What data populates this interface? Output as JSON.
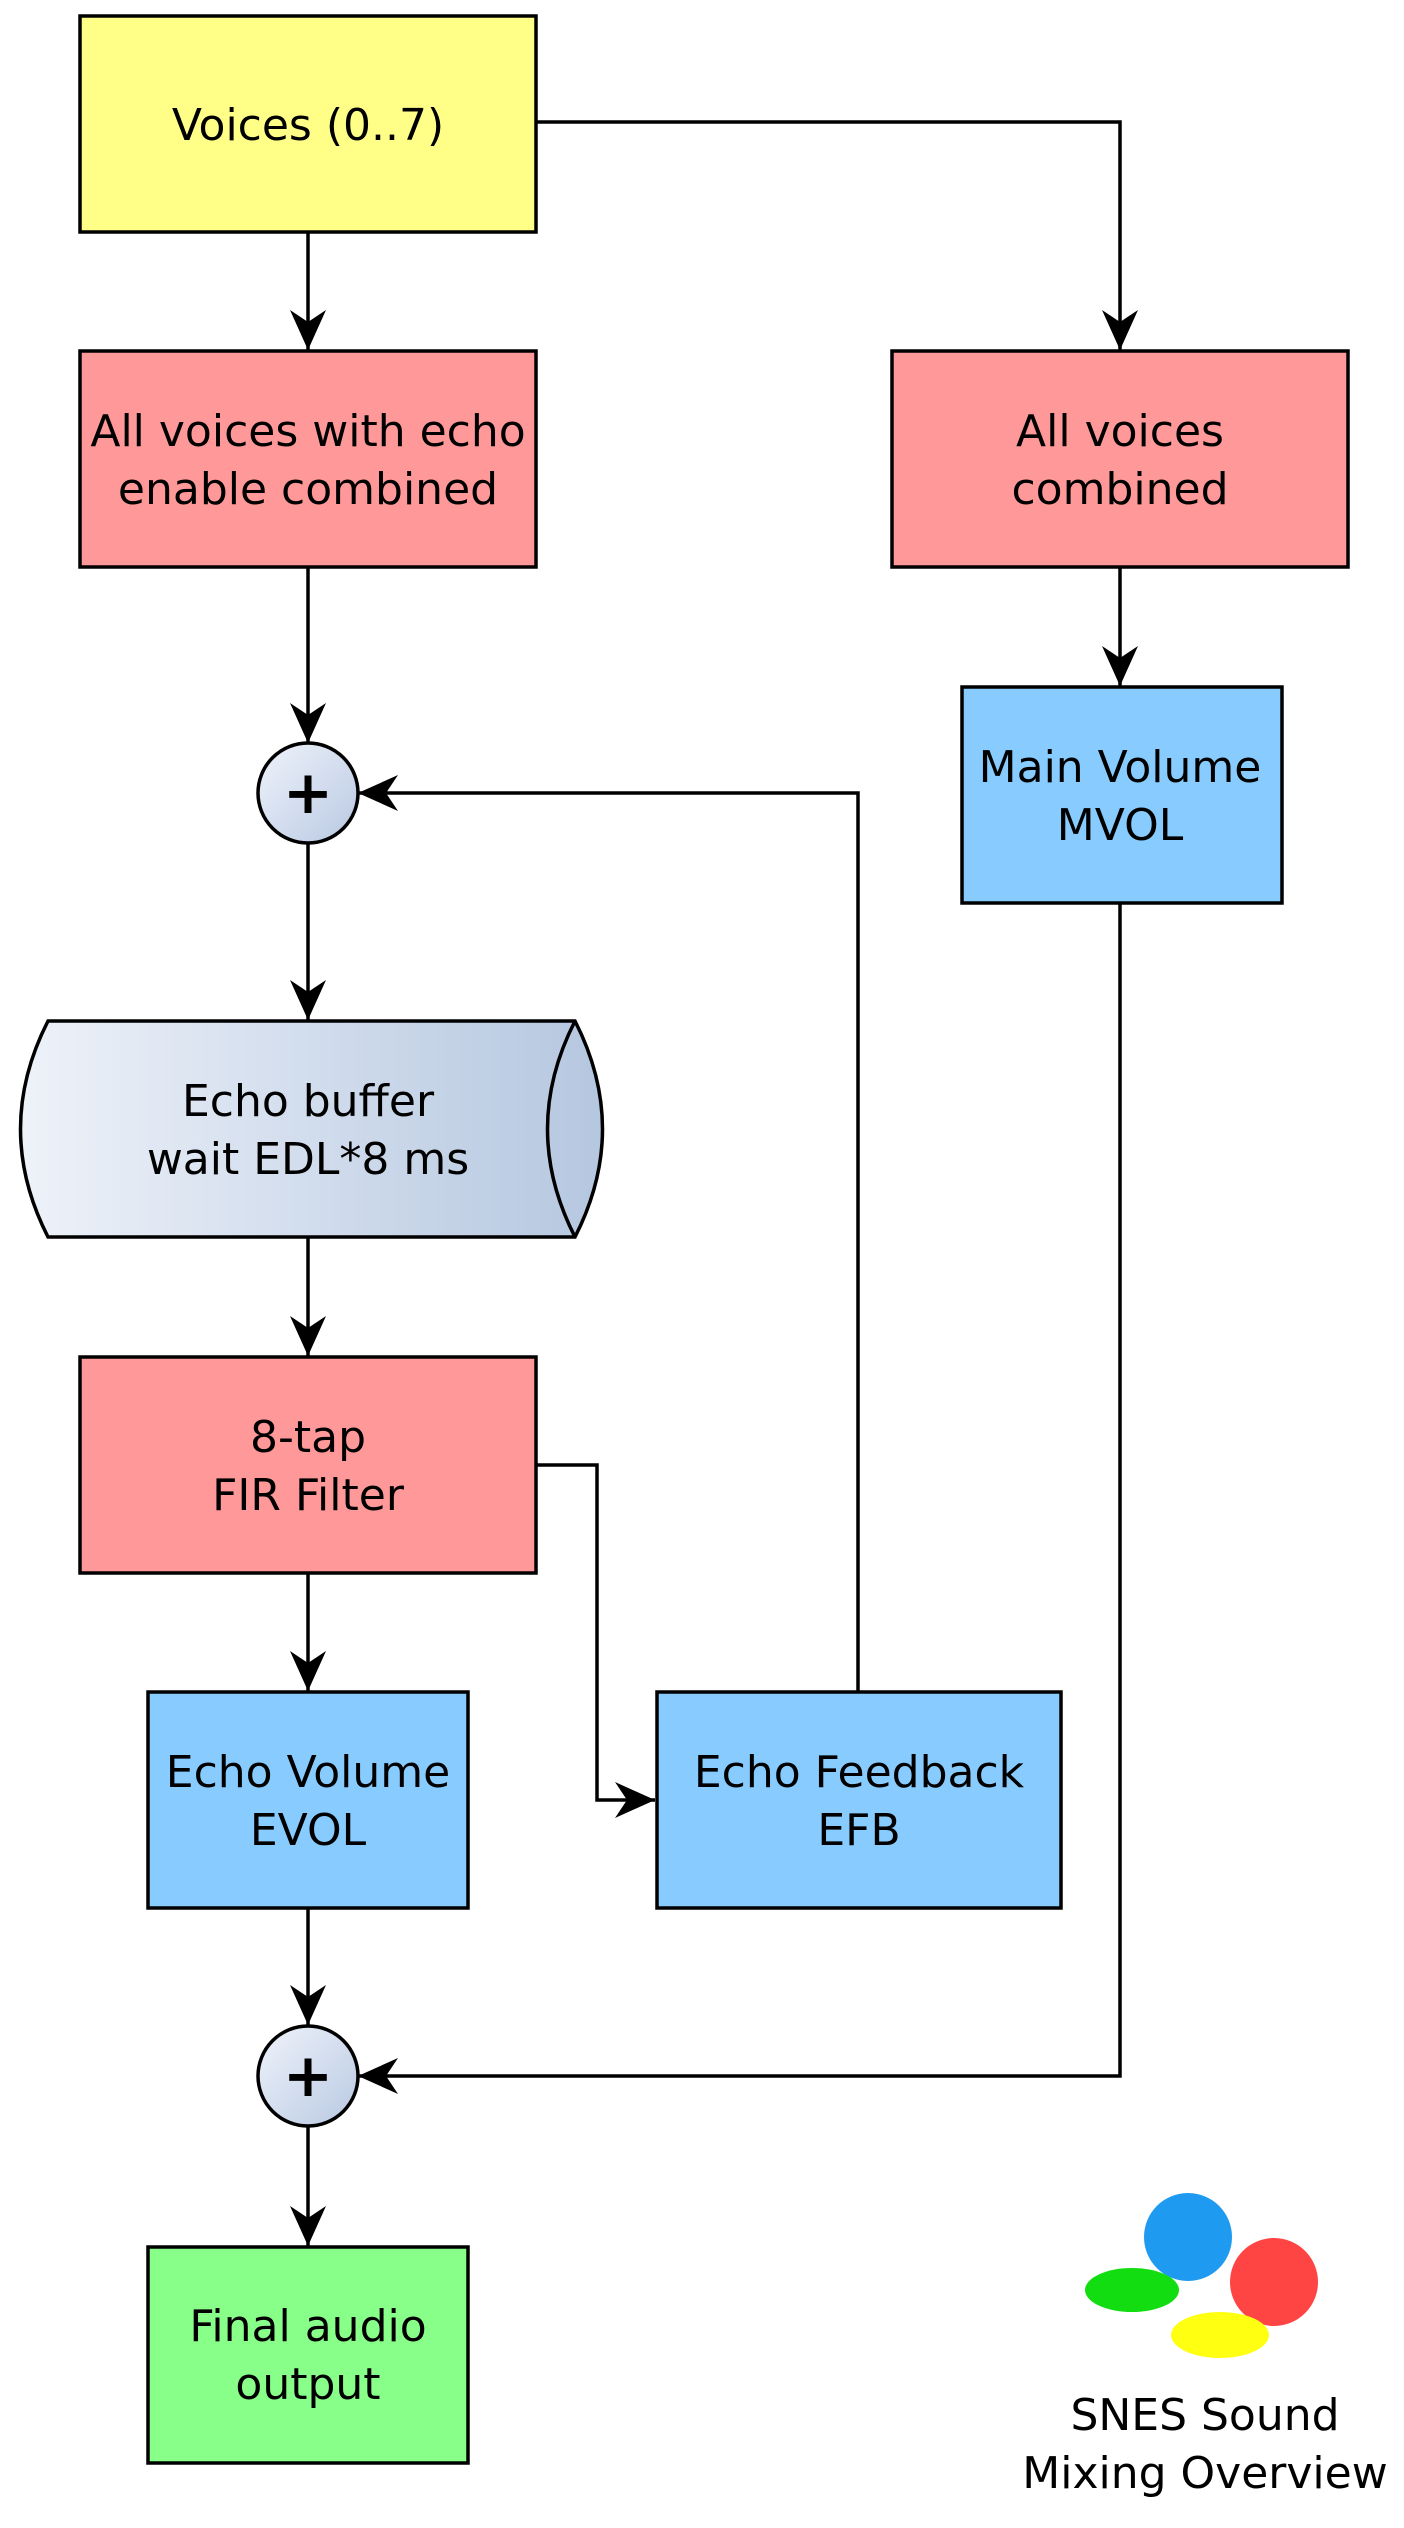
{
  "colors": {
    "source": "#ffff88",
    "mix": "#ff9999",
    "volume": "#88ccff",
    "output": "#88ff88",
    "adder_light": "#f0f4fb",
    "adder_dark": "#b8c8e2",
    "buffer_light": "#eef2f9",
    "buffer_dark": "#b5c7e0",
    "logo_blue": "#1e9bf0",
    "logo_red": "#ff4444",
    "logo_green": "#11dd11",
    "logo_yellow": "#ffff11"
  },
  "nodes": {
    "voices": {
      "line1": "Voices (0..7)"
    },
    "echo_combined": {
      "line1": "All voices with echo",
      "line2": "enable combined"
    },
    "all_combined": {
      "line1": "All voices",
      "line2": "combined"
    },
    "main_volume": {
      "line1": "Main Volume",
      "line2": "MVOL"
    },
    "adder_top": {
      "symbol": "+"
    },
    "echo_buffer": {
      "line1": "Echo buffer",
      "line2": "wait EDL*8 ms"
    },
    "fir_filter": {
      "line1": "8-tap",
      "line2": "FIR Filter"
    },
    "echo_volume": {
      "line1": "Echo Volume",
      "line2": "EVOL"
    },
    "echo_feedback": {
      "line1": "Echo Feedback",
      "line2": "EFB"
    },
    "adder_bottom": {
      "symbol": "+"
    },
    "final_output": {
      "line1": "Final audio",
      "line2": "output"
    }
  },
  "edges": [
    {
      "from": "voices",
      "to": "echo_combined"
    },
    {
      "from": "voices",
      "to": "all_combined"
    },
    {
      "from": "echo_combined",
      "to": "adder_top"
    },
    {
      "from": "all_combined",
      "to": "main_volume"
    },
    {
      "from": "adder_top",
      "to": "echo_buffer"
    },
    {
      "from": "echo_buffer",
      "to": "fir_filter"
    },
    {
      "from": "fir_filter",
      "to": "echo_volume"
    },
    {
      "from": "fir_filter",
      "to": "echo_feedback"
    },
    {
      "from": "echo_feedback",
      "to": "adder_top"
    },
    {
      "from": "echo_volume",
      "to": "adder_bottom"
    },
    {
      "from": "main_volume",
      "to": "adder_bottom"
    },
    {
      "from": "adder_bottom",
      "to": "final_output"
    }
  ],
  "logo": {
    "icon": "snes-logo-icon",
    "caption_line1": "SNES Sound",
    "caption_line2": "Mixing Overview"
  }
}
